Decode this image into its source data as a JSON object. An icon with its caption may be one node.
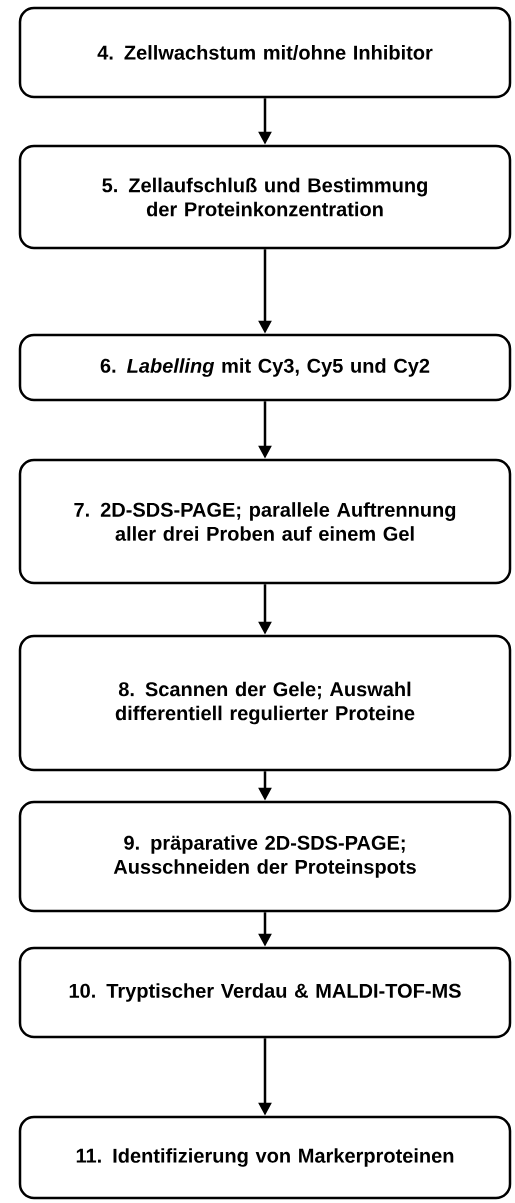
{
  "diagram": {
    "nodes": [
      {
        "text": [
          "4. Zellwachstum mit/ohne Inhibitor"
        ]
      },
      {
        "text": [
          "5. Zellaufschluß und Bestimmung der Proteinkonzentration"
        ]
      },
      {
        "text": [
          "6. *Labelling* mit Cy3, Cy5 und Cy2"
        ]
      },
      {
        "text": [
          "7. 2D-SDS-PAGE; parallele Auftrennung aller drei Proben auf einem Gel"
        ]
      },
      {
        "text": [
          "8. Scannen der Gele; Auswahl differentiell regulierter Proteine"
        ]
      },
      {
        "text": [
          "9. präparative 2D-SDS-PAGE; Ausschneiden der Proteinspots"
        ]
      },
      {
        "text": [
          "10. Tryptischer Verdau & MALDI-TOF-MS"
        ]
      },
      {
        "text": [
          "11. Identifizierung von Markerproteinen"
        ]
      }
    ],
    "edges": [
      {
        "from": 0,
        "to": 1,
        "arrow": "to"
      },
      {
        "from": 1,
        "to": 2,
        "arrow": "to"
      },
      {
        "from": 2,
        "to": 3,
        "arrow": "to"
      },
      {
        "from": 3,
        "to": 4,
        "arrow": "to"
      },
      {
        "from": 4,
        "to": 5,
        "arrow": "to"
      },
      {
        "from": 5,
        "to": 6,
        "arrow": "to"
      },
      {
        "from": 6,
        "to": 7,
        "arrow": "to"
      }
    ]
  }
}
